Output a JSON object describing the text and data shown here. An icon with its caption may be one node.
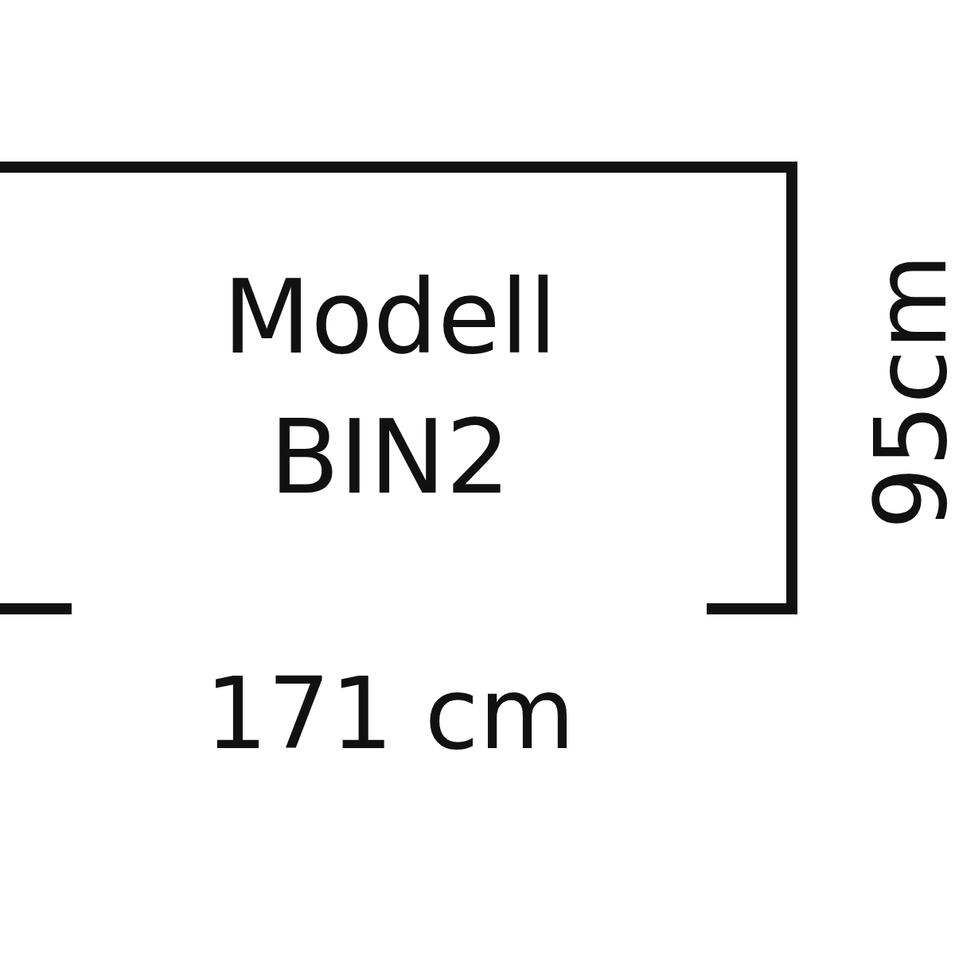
{
  "diagram": {
    "nodes": [
      {
        "text": [
          "Modell BIN2"
        ]
      }
    ],
    "labels": [
      "95cm",
      "171 cm"
    ]
  }
}
